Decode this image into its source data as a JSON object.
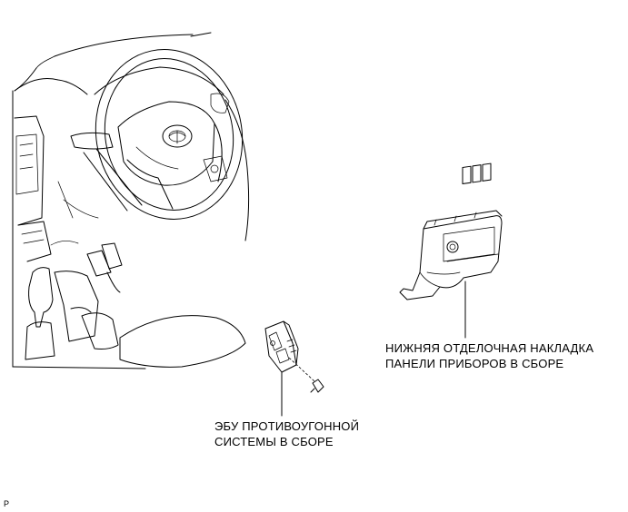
{
  "labels": {
    "ecu_assembly": [
      "ЭБУ ПРОТИВОУГОННОЙ",
      "СИСТЕМЫ В СБОРЕ"
    ],
    "lower_panel": [
      "НИЖНЯЯ ОТДЕЛОЧНАЯ НАКЛАДКА",
      "ПАНЕЛИ ПРИБОРОВ В СБОРЕ"
    ]
  },
  "figure_ref": "P"
}
